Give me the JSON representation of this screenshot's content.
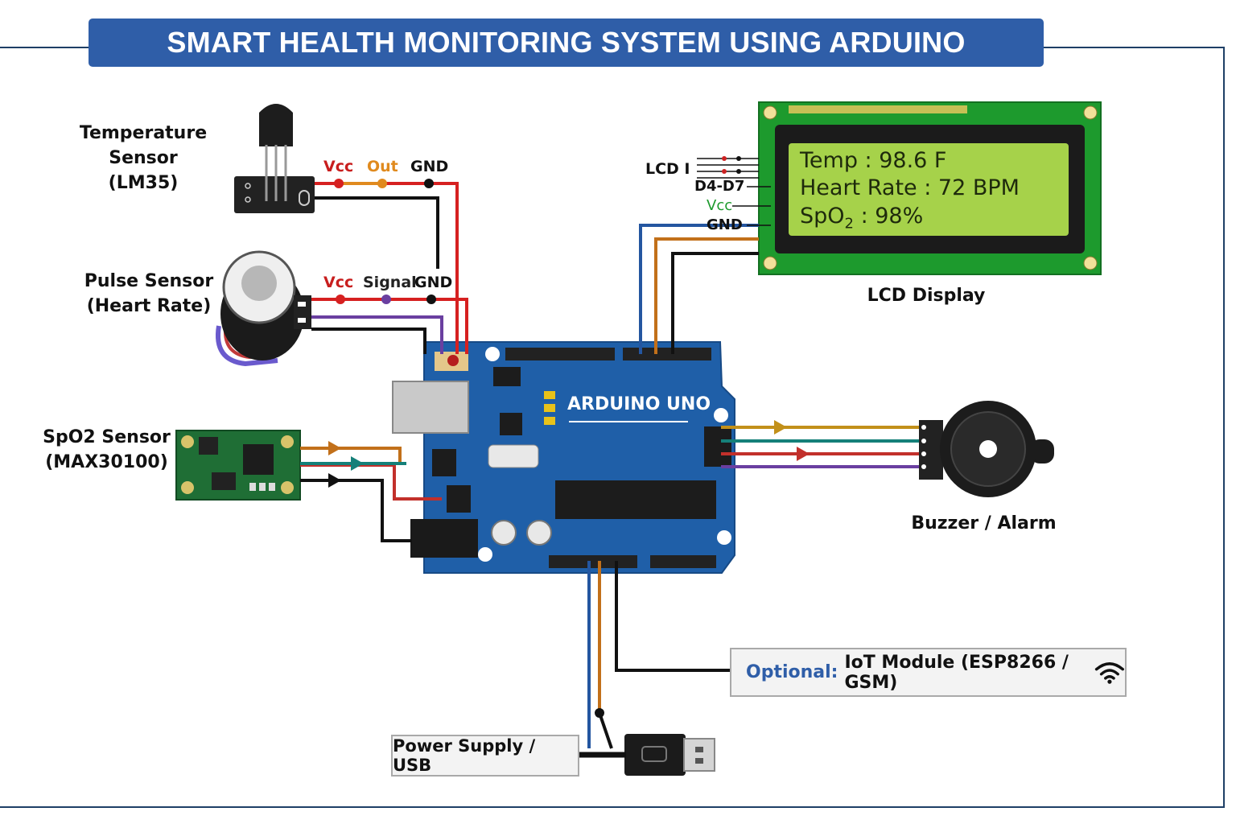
{
  "title": "SMART HEALTH MONITORING SYSTEM USING ARDUINO",
  "components": {
    "temperature_sensor": {
      "name": "Temperature Sensor",
      "model": "(LM35)",
      "pins": [
        "Vcc",
        "Out",
        "GND"
      ]
    },
    "pulse_sensor": {
      "name": "Pulse Sensor",
      "model": "(Heart Rate)",
      "pins": [
        "Vcc",
        "Signal",
        "GND"
      ]
    },
    "spo2_sensor": {
      "name": "SpO2 Sensor",
      "model": "(MAX30100)"
    },
    "arduino": {
      "label": "ARDUINO UNO"
    },
    "lcd": {
      "label": "LCD Display",
      "pins": [
        "LCD I",
        "D4-D7",
        "Vcc",
        "GND"
      ],
      "lines": {
        "temp": "Temp : 98.6 F",
        "heart": "Heart Rate : 72 BPM",
        "spo2_prefix": "SpO",
        "spo2_sub": "2",
        "spo2_suffix": " : 98%"
      }
    },
    "buzzer": {
      "label": "Buzzer / Alarm"
    },
    "iot": {
      "prefix": "Optional:",
      "label": "IoT Module (ESP8266 / GSM)"
    },
    "power": {
      "label": "Power Supply / USB"
    }
  },
  "colors": {
    "banner": "#2f5ea8",
    "board": "#1f5fa8",
    "lcd_pcb": "#1d9a2d",
    "lcd_screen": "#a6d24a",
    "vcc": "#d62020",
    "out": "#e08a1e",
    "gnd": "#111111",
    "signal": "#6a3fa0"
  }
}
